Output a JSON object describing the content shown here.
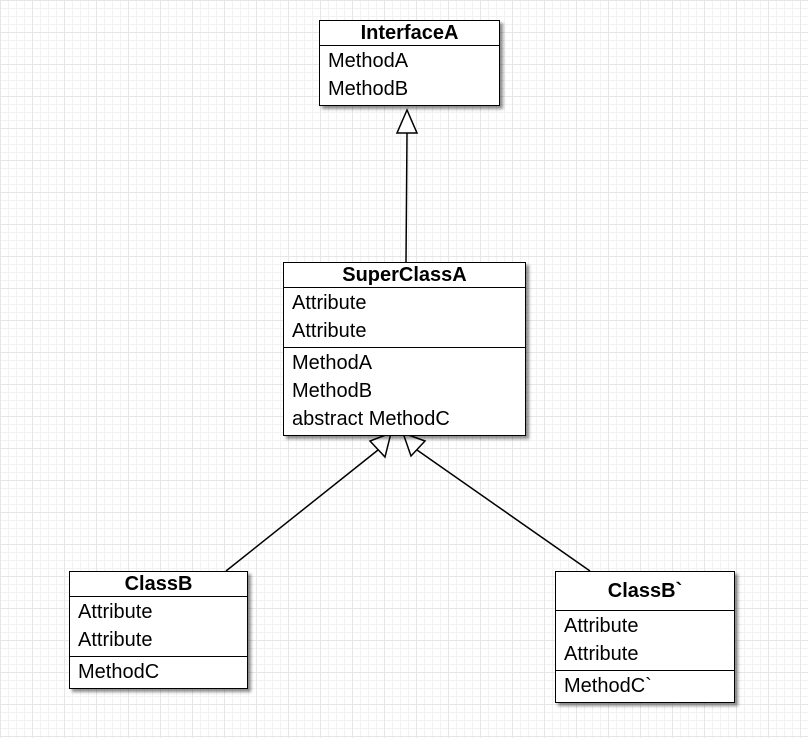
{
  "diagram": {
    "classes": {
      "interface_a": {
        "name": "InterfaceA",
        "attributes": [],
        "methods": [
          "MethodA",
          "MethodB"
        ]
      },
      "super_class_a": {
        "name": "SuperClassA",
        "attributes": [
          "Attribute",
          "Attribute"
        ],
        "methods": [
          "MethodA",
          "MethodB",
          "abstract MethodC"
        ]
      },
      "class_b": {
        "name": "ClassB",
        "attributes": [
          "Attribute",
          "Attribute"
        ],
        "methods": [
          "MethodC"
        ]
      },
      "class_b_prime": {
        "name": "ClassB`",
        "attributes": [
          "Attribute",
          "Attribute"
        ],
        "methods": [
          "MethodC`"
        ]
      }
    },
    "relations": [
      {
        "type": "realization",
        "from": "SuperClassA",
        "to": "InterfaceA"
      },
      {
        "type": "generalization",
        "from": "ClassB",
        "to": "SuperClassA"
      },
      {
        "type": "generalization",
        "from": "ClassB`",
        "to": "SuperClassA"
      }
    ]
  }
}
